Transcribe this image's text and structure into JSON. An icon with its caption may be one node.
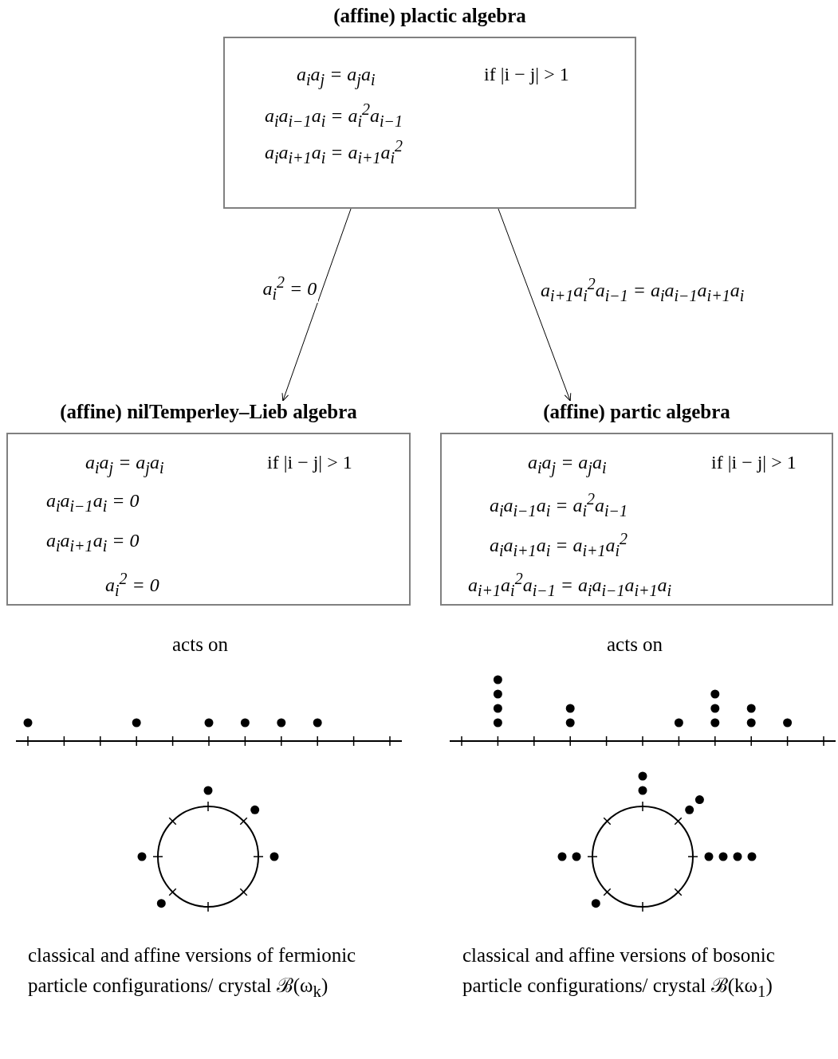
{
  "diagram": {
    "nodes": [
      {
        "text": [
          "(affine) plactic algebra",
          "a$_{i}$a$_{j}$ = a$_{j}$a$_{i}$",
          "if |i − j| > 1",
          "a$_{i}$a$_{i−1}$a$_{i}$ = a$_{i}$$^{2}$a$_{i−1}$",
          "a$_{i}$a$_{i+1}$a$_{i}$ = a$_{i+1}$a$_{i}$$^{2}$"
        ]
      },
      {
        "text": [
          "(affine) nilTemperley–Lieb algebra",
          "a$_{i}$a$_{j}$ = a$_{j}$a$_{i}$",
          "if |i − j| > 1",
          "a$_{i}$a$_{i−1}$a$_{i}$ = 0",
          "a$_{i}$a$_{i+1}$a$_{i}$ = 0",
          "a$_{i}$$^{2}$ = 0"
        ]
      },
      {
        "text": [
          "(affine) partic algebra",
          "a$_{i}$a$_{j}$ = a$_{j}$a$_{i}$",
          "if |i − j| > 1",
          "a$_{i}$a$_{i−1}$a$_{i}$ = a$_{i}$$^{2}$a$_{i−1}$",
          "a$_{i}$a$_{i+1}$a$_{i}$ = a$_{i+1}$a$_{i}$$^{2}$",
          "a$_{i+1}$a$_{i}$$^{2}$a$_{i−1}$ = a$_{i}$a$_{i−1}$a$_{i+1}$a$_{i}$"
        ]
      }
    ],
    "edges": [
      {
        "from": 0,
        "to": 1,
        "arrow": "to",
        "label": "a$_{i}$$^{2}$ = 0"
      },
      {
        "from": 0,
        "to": 2,
        "arrow": "to",
        "label": "a$_{i+1}$a$_{i}$$^{2}$a$_{i−1}$ = a$_{i}$a$_{i−1}$a$_{i+1}$a$_{i}$"
      }
    ],
    "labels": [
      "acts on",
      "acts on",
      "classical and affine versions of fermionic particle configurations/ crystal ℬ(ω$_{k}$)",
      "classical and affine versions of bosonic particle configurations/ crystal ℬ(kω$_{1}$)"
    ]
  }
}
